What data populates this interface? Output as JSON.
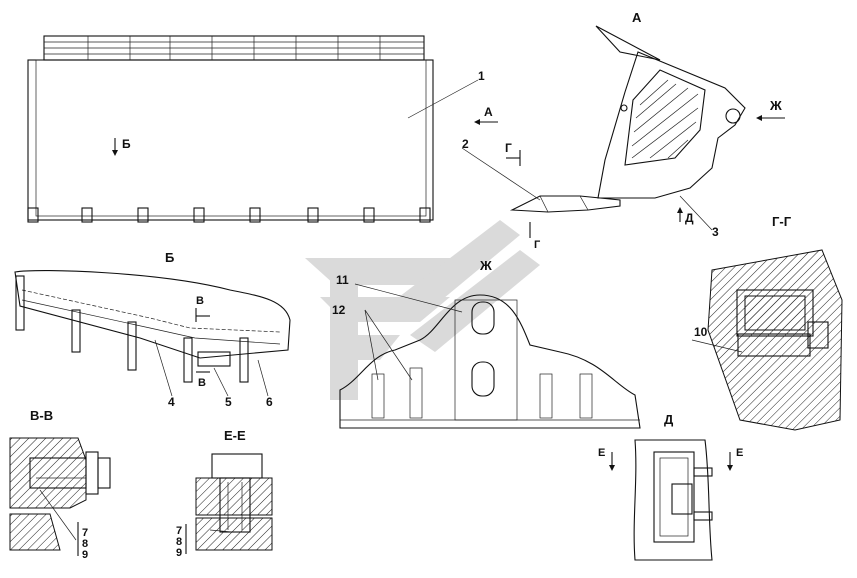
{
  "views": {
    "A": "А",
    "B": "Б",
    "G": "Г-Г",
    "Zh": "Ж",
    "VV": "В-В",
    "EE": "Е-Е",
    "D": "Д"
  },
  "markers": {
    "B_arrow": "Б",
    "A_arrow": "А",
    "Zh_arrow": "Ж",
    "G1": "Г",
    "G2": "Г",
    "D_arrow": "Д",
    "V1": "В",
    "V2": "В",
    "E1": "Е",
    "E2": "Е"
  },
  "callouts": {
    "c1": "1",
    "c2": "2",
    "c3": "3",
    "c4": "4",
    "c5": "5",
    "c6": "6",
    "c10": "10",
    "c11": "11",
    "c12": "12",
    "vv7": "7",
    "vv8": "8",
    "vv9": "9",
    "ee7": "7",
    "ee8": "8",
    "ee9": "9"
  },
  "colors": {
    "line": "#111111",
    "watermark": "#d9d9d9"
  }
}
